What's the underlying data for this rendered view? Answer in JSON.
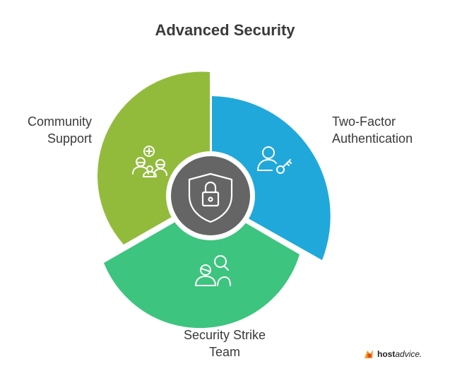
{
  "title": "Advanced Security",
  "segments": [
    {
      "id": "tfa",
      "line1": "Two-Factor",
      "line2": "Authentication",
      "color": "#21a8da",
      "icon": "user-key-icon"
    },
    {
      "id": "team",
      "line1": "Security Strike",
      "line2": "Team",
      "color": "#3dc47e",
      "icon": "team-search-icon"
    },
    {
      "id": "community",
      "line1": "Community",
      "line2": "Support",
      "color": "#92bb3c",
      "icon": "group-add-icon"
    }
  ],
  "center": {
    "color": "#656565",
    "icon": "shield-lock-icon"
  },
  "brand": {
    "name_bold": "host",
    "name_rest": "advice."
  }
}
